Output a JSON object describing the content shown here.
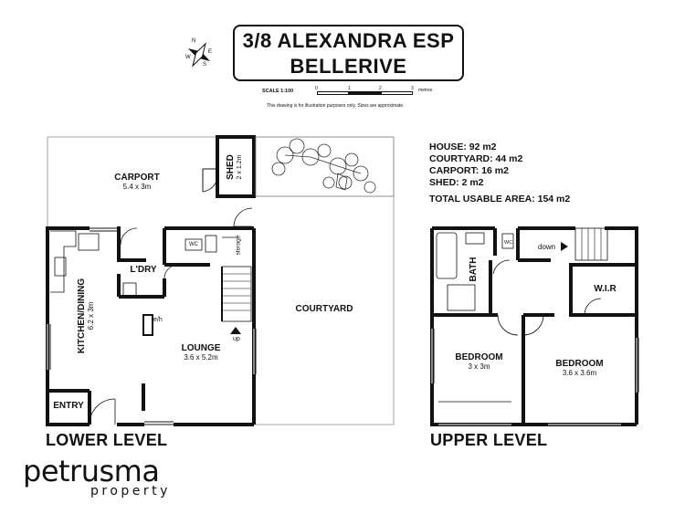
{
  "title": {
    "line1": "3/8 ALEXANDRA ESP",
    "line2": "BELLERIVE"
  },
  "scale": {
    "label": "SCALE 1:100",
    "ticks": [
      "0",
      "1",
      "2",
      "3"
    ],
    "unit": "metres"
  },
  "disclaimer": "This drawing is for illustration purposes only. Sizes are approximate.",
  "areas": {
    "house": "HOUSE: 92 m2",
    "courtyard": "COURTYARD: 44 m2",
    "carport": "CARPORT: 16 m2",
    "shed": "SHED: 2 m2",
    "total": "TOTAL USABLE AREA: 154 m2"
  },
  "compass_letters": [
    "N",
    "E",
    "S",
    "W"
  ],
  "lower_level": {
    "label": "LOWER LEVEL",
    "rooms": {
      "carport": {
        "name": "CARPORT",
        "dim": "5.4 x 3m"
      },
      "shed": {
        "name": "SHED",
        "dim": "2 x 1.2m"
      },
      "courtyard": {
        "name": "COURTYARD"
      },
      "kitchen": {
        "name": "KITCHEN/DINING",
        "dim": "6.2 x 3m"
      },
      "laundry": {
        "name": "L'DRY"
      },
      "lounge": {
        "name": "LOUNGE",
        "dim": "3.6 x 5.2m"
      },
      "entry": {
        "name": "ENTRY"
      }
    },
    "labels": {
      "wc": "WC",
      "storage": "storage",
      "eh": "e/h",
      "up": "up"
    }
  },
  "upper_level": {
    "label": "UPPER LEVEL",
    "rooms": {
      "bath": {
        "name": "BATH"
      },
      "wir": {
        "name": "W.I.R"
      },
      "bedroom1": {
        "name": "BEDROOM",
        "dim": "3 x 3m"
      },
      "bedroom2": {
        "name": "BEDROOM",
        "dim": "3.6 x 3.6m"
      }
    },
    "labels": {
      "wc": "WC",
      "down": "down"
    }
  },
  "brand": {
    "name": "petrusma",
    "sub": "property"
  }
}
